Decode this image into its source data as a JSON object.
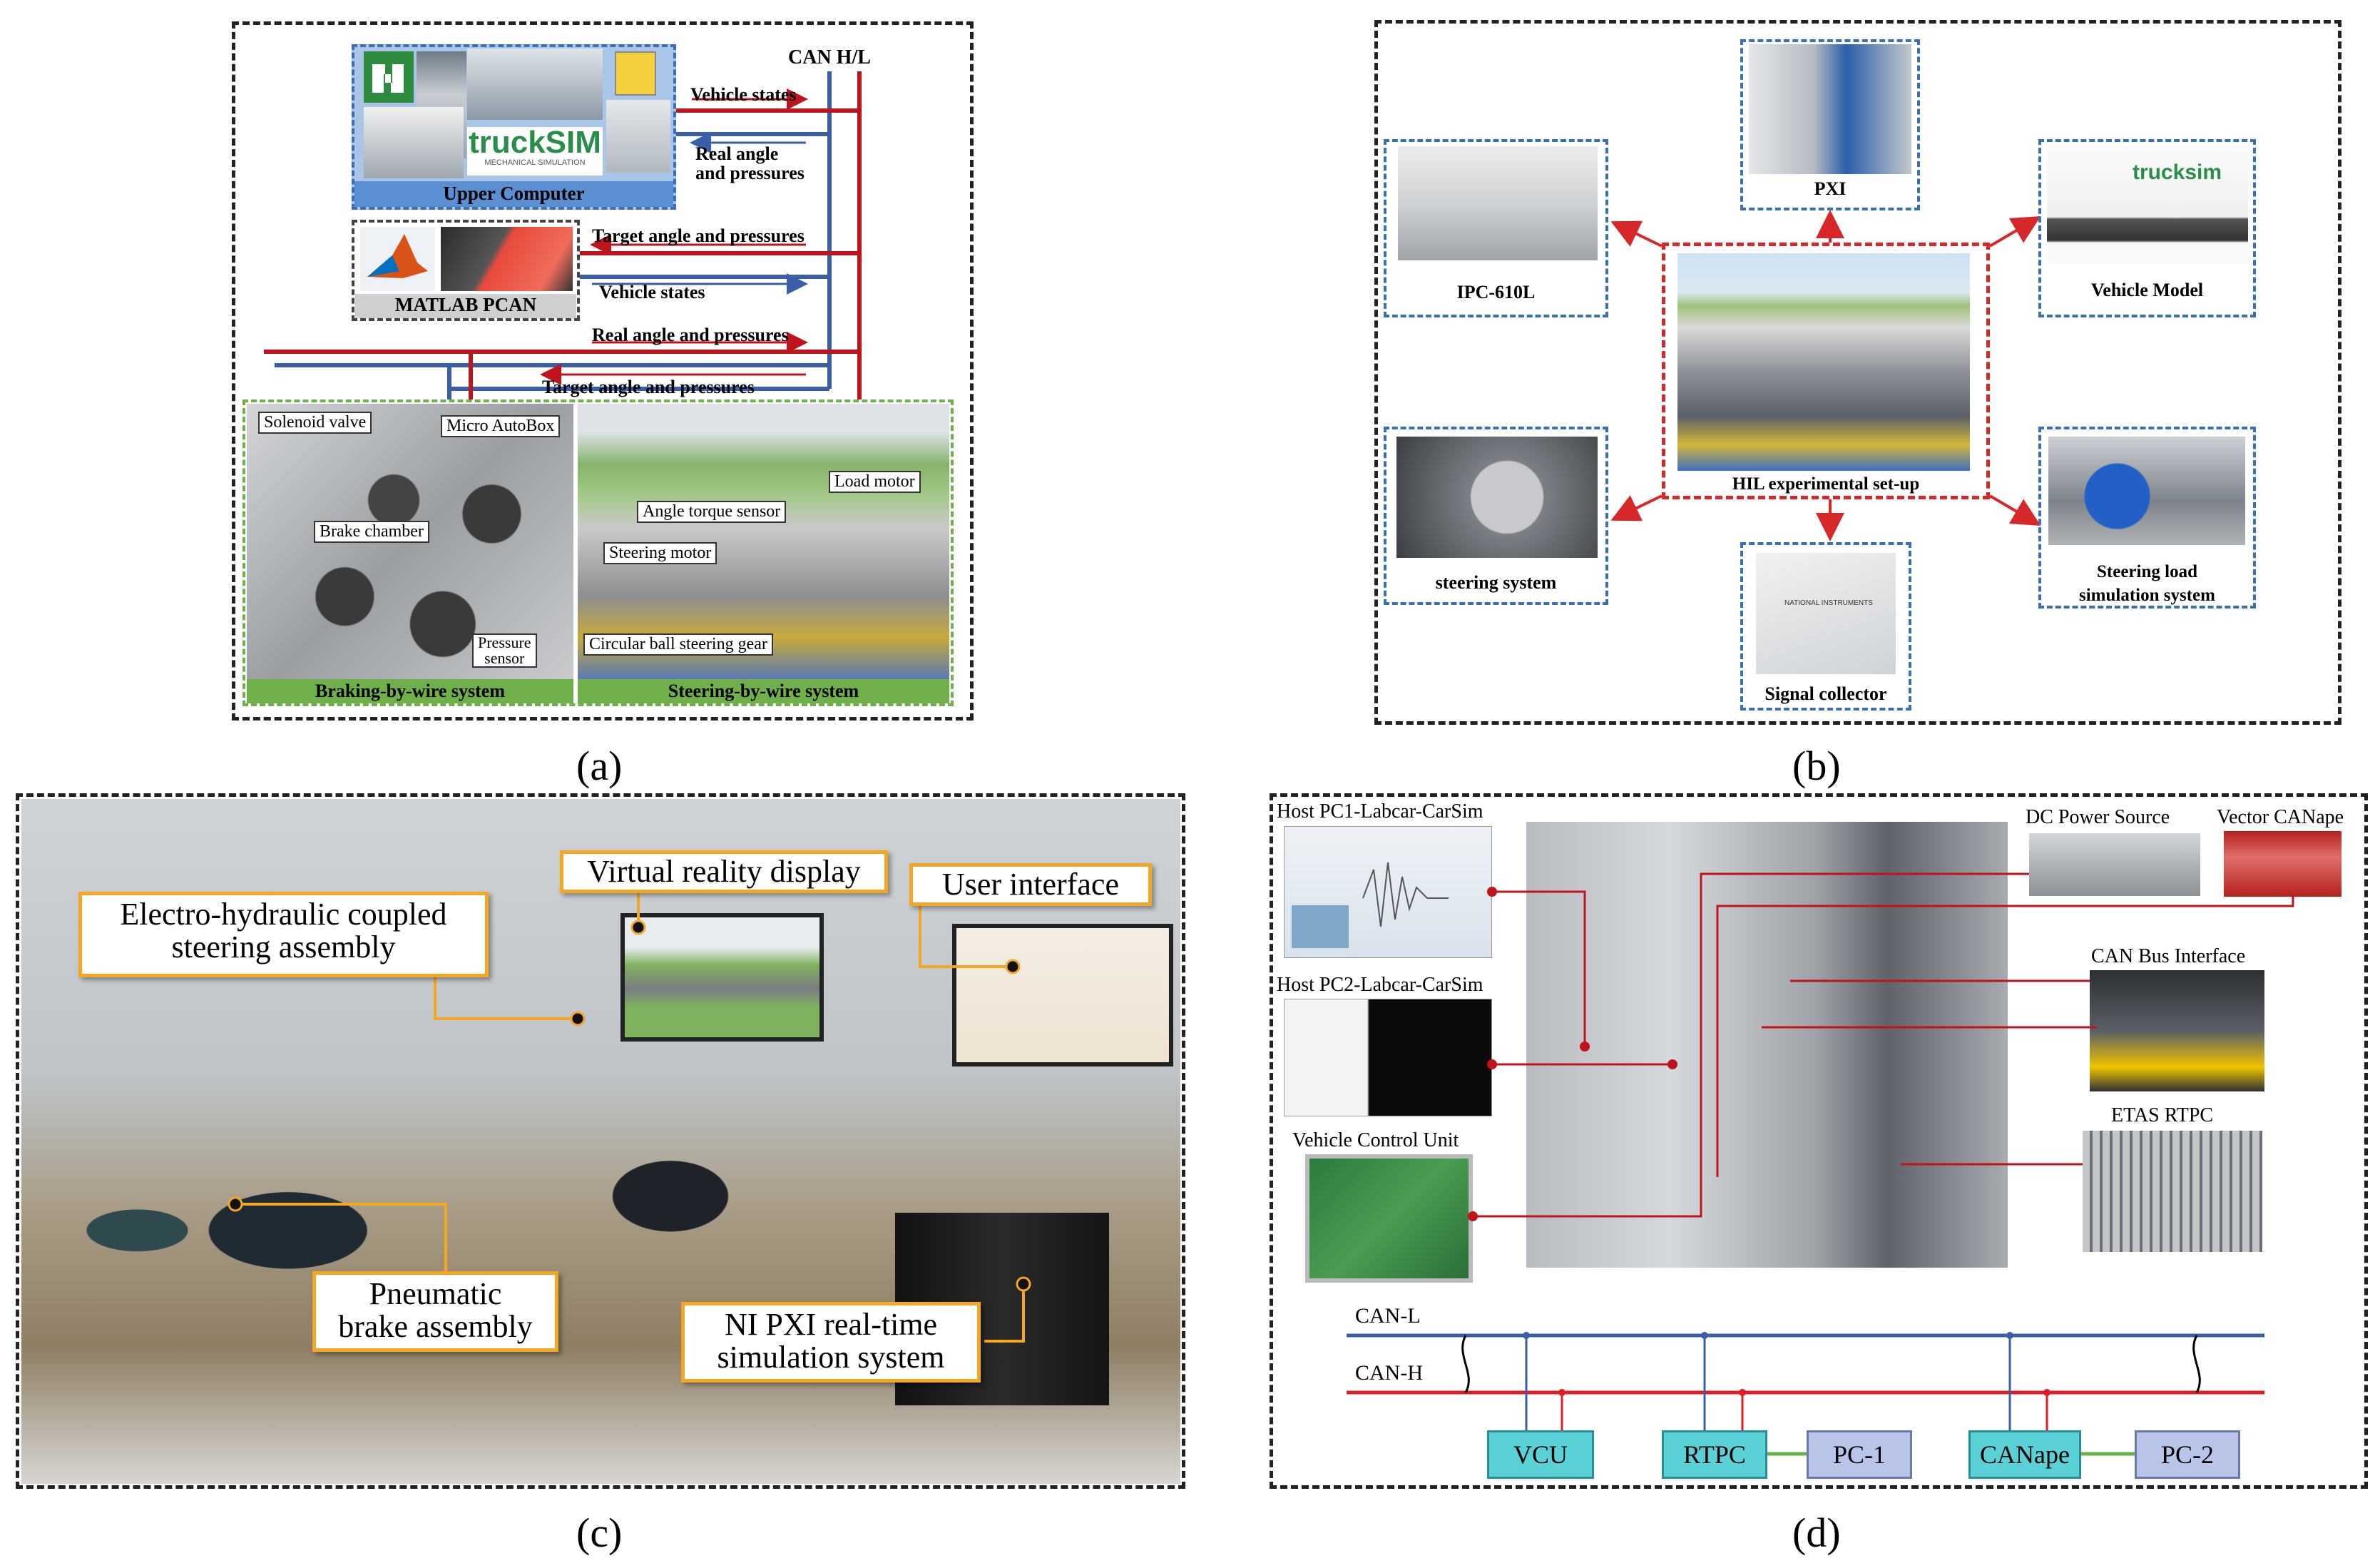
{
  "captions": {
    "a": "(a)",
    "b": "(b)",
    "c": "(c)",
    "d": "(d)"
  },
  "panel_a": {
    "can_hl": "CAN H/L",
    "upper_computer": "Upper Computer",
    "trucksim": "truckSIM",
    "trucksim_sub": "MECHANICAL SIMULATION",
    "matlab_pcan": "MATLAB  PCAN",
    "arrows": [
      "Vehicle states",
      "Real angle\nand pressures",
      "Target angle and pressures",
      "Vehicle states",
      "Real angle and pressures",
      "Target angle and pressures"
    ],
    "brake_labels": {
      "solenoid": "Solenoid valve",
      "autobox": "Micro AutoBox",
      "chamber": "Brake chamber",
      "pressure": "Pressure\nsensor"
    },
    "steer_labels": {
      "load_motor": "Load motor",
      "angle_torque": "Angle torque sensor",
      "steering_motor": "Steering motor",
      "gear": "Circular ball steering gear"
    },
    "braking_system": "Braking-by-wire system",
    "steering_system": "Steering-by-wire system"
  },
  "panel_b": {
    "pxi": "PXI",
    "ipc": "IPC-610L",
    "vehicle_model": "Vehicle Model",
    "hil": "HIL experimental set-up",
    "steering_system": "steering system",
    "signal_collector": "Signal collector",
    "load_sim": "Steering load\nsimulation system",
    "trucksim": "trucksim",
    "ni_logo": "NATIONAL INSTRUMENTS"
  },
  "panel_c": {
    "vr_display": "Virtual reality display",
    "user_interface": "User interface",
    "steering_assembly": "Electro-hydraulic coupled\nsteering assembly",
    "brake_assembly": "Pneumatic\nbrake assembly",
    "ni_pxi": "NI PXI real-time\nsimulation system"
  },
  "panel_d": {
    "host1": "Host PC1-Labcar-CarSim",
    "host2": "Host PC2-Labcar-CarSim",
    "vcu_label": "Vehicle Control Unit",
    "dc_power": "DC Power Source",
    "vector": "Vector CANape",
    "can_bus": "CAN Bus Interface",
    "etas": "ETAS RTPC",
    "can_l": "CAN-L",
    "can_h": "CAN-H",
    "nodes": [
      "VCU",
      "RTPC",
      "PC-1",
      "CANape",
      "PC-2"
    ]
  },
  "colors": {
    "red": "#c0141c",
    "blue": "#3a5fa8",
    "green_frame": "#6fb04a",
    "blue_frame": "#3b6fb5",
    "orange": "#f5a623",
    "node": "#5ad1d6"
  }
}
